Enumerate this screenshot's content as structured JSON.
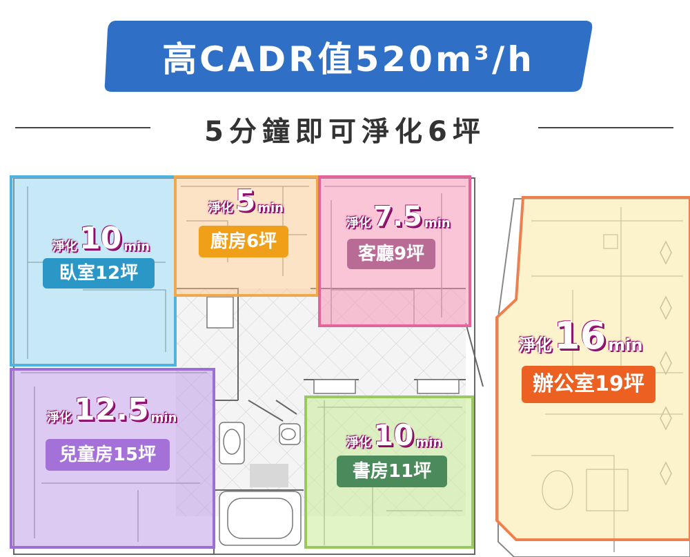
{
  "headline": "高CADR值520m³/h",
  "subheadline": "5分鐘即可淨化6坪",
  "purify_word": "淨化",
  "unit": "min",
  "colors": {
    "banner": "#2f6fc6",
    "magenta": "#d4147f"
  },
  "rooms": [
    {
      "name": "臥室12坪",
      "minutes": "10"
    },
    {
      "name": "廚房6坪",
      "minutes": "5"
    },
    {
      "name": "客廳9坪",
      "minutes": "7.5"
    },
    {
      "name": "兒童房15坪",
      "minutes": "12.5"
    },
    {
      "name": "書房11坪",
      "minutes": "10"
    },
    {
      "name": "辦公室19坪",
      "minutes": "16"
    }
  ]
}
